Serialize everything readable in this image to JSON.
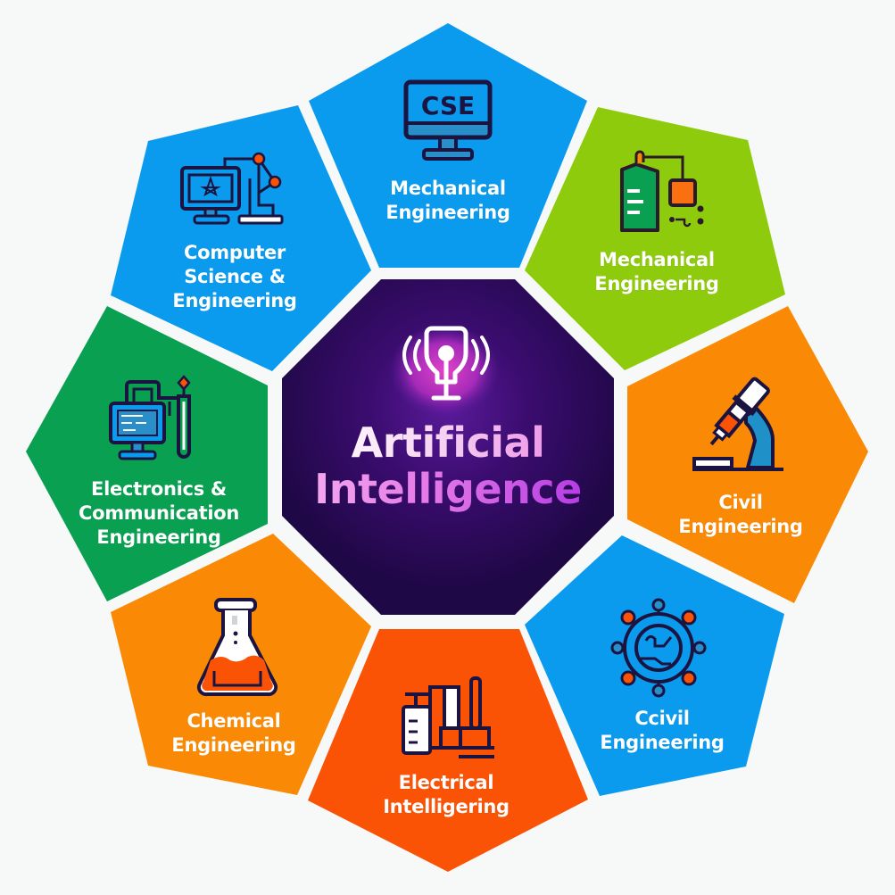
{
  "diagram": {
    "center": {
      "title_line1": "Artificial",
      "title_line2": "Intelligence",
      "icon": "ai-lightbulb-broadcast-icon",
      "color": "#2a0a55"
    },
    "segments": [
      {
        "position": "top",
        "line1": "Mechanical",
        "line2": "Engineering",
        "line3": "",
        "icon": "cse-monitor-icon",
        "icon_text": "CSE",
        "color": "#0a9bef"
      },
      {
        "position": "top-right",
        "line1": "Mechanical",
        "line2": "Engineering",
        "line3": "",
        "icon": "machine-tank-icon",
        "color": "#8ecb0c"
      },
      {
        "position": "right",
        "line1": "Civil",
        "line2": "Engineering",
        "line3": "",
        "icon": "microscope-icon",
        "color": "#fa8a05"
      },
      {
        "position": "bottom-right",
        "line1": "Ccivil",
        "line2": "Engineering",
        "line3": "",
        "icon": "network-globe-icon",
        "color": "#0a9bef"
      },
      {
        "position": "bottom",
        "line1": "Electrical",
        "line2": "Intelligering",
        "line3": "",
        "icon": "lab-apparatus-icon",
        "color": "#fb5306"
      },
      {
        "position": "bottom-left",
        "line1": "Chemical",
        "line2": "Engineering",
        "line3": "",
        "icon": "flask-icon",
        "color": "#fa8a05"
      },
      {
        "position": "left",
        "line1": "Electronics &",
        "line2": "Communication",
        "line3": "Engineering",
        "icon": "computer-test-tube-icon",
        "color": "#0aa052"
      },
      {
        "position": "top-left",
        "line1": "Computer",
        "line2": "Science &",
        "line3": "Engineering",
        "icon": "computer-robot-arm-icon",
        "color": "#0a9bef"
      }
    ]
  }
}
